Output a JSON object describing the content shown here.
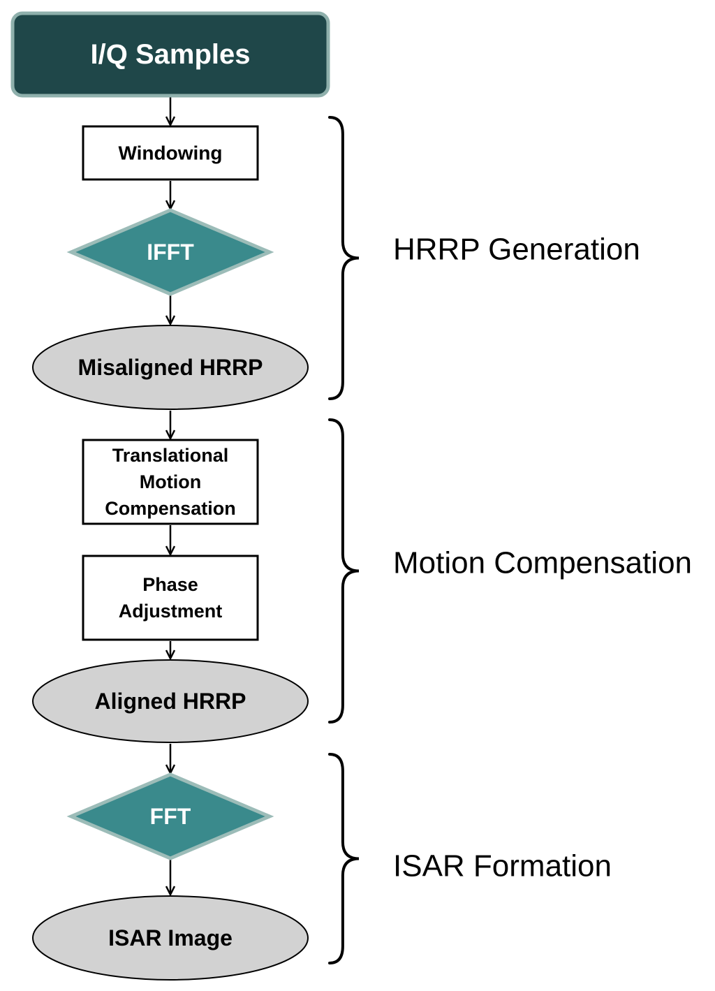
{
  "colors": {
    "header_fill": "#1f4749",
    "header_border": "#8fb0ac",
    "diamond_fill": "#3a8a8c",
    "diamond_border": "#9cbcb8",
    "ellipse_fill": "#d2d2d2",
    "box_fill": "#ffffff",
    "line": "#000000"
  },
  "nodes": {
    "iq_samples": {
      "shape": "rounded-rect",
      "lines": [
        "I/Q Samples"
      ]
    },
    "windowing": {
      "shape": "rect",
      "lines": [
        "Windowing"
      ]
    },
    "ifft": {
      "shape": "diamond",
      "lines": [
        "IFFT"
      ]
    },
    "misaligned_hrrp": {
      "shape": "ellipse",
      "lines": [
        "Misaligned HRRP"
      ]
    },
    "translational_motion_compensation": {
      "shape": "rect",
      "lines": [
        "Translational",
        "Motion",
        "Compensation"
      ]
    },
    "phase_adjustment": {
      "shape": "rect",
      "lines": [
        "Phase",
        "Adjustment"
      ]
    },
    "aligned_hrrp": {
      "shape": "ellipse",
      "lines": [
        "Aligned HRRP"
      ]
    },
    "fft": {
      "shape": "diamond",
      "lines": [
        "FFT"
      ]
    },
    "isar_image": {
      "shape": "ellipse",
      "lines": [
        "ISAR Image"
      ]
    }
  },
  "edges": [
    {
      "from": "iq_samples",
      "to": "windowing"
    },
    {
      "from": "windowing",
      "to": "ifft"
    },
    {
      "from": "ifft",
      "to": "misaligned_hrrp"
    },
    {
      "from": "misaligned_hrrp",
      "to": "translational_motion_compensation"
    },
    {
      "from": "translational_motion_compensation",
      "to": "phase_adjustment"
    },
    {
      "from": "phase_adjustment",
      "to": "aligned_hrrp"
    },
    {
      "from": "aligned_hrrp",
      "to": "fft"
    },
    {
      "from": "fft",
      "to": "isar_image"
    }
  ],
  "stages": [
    {
      "label": "HRRP Generation",
      "spans": [
        "windowing",
        "ifft",
        "misaligned_hrrp"
      ]
    },
    {
      "label": "Motion Compensation",
      "spans": [
        "translational_motion_compensation",
        "phase_adjustment",
        "aligned_hrrp"
      ]
    },
    {
      "label": "ISAR Formation",
      "spans": [
        "fft",
        "isar_image"
      ]
    }
  ]
}
